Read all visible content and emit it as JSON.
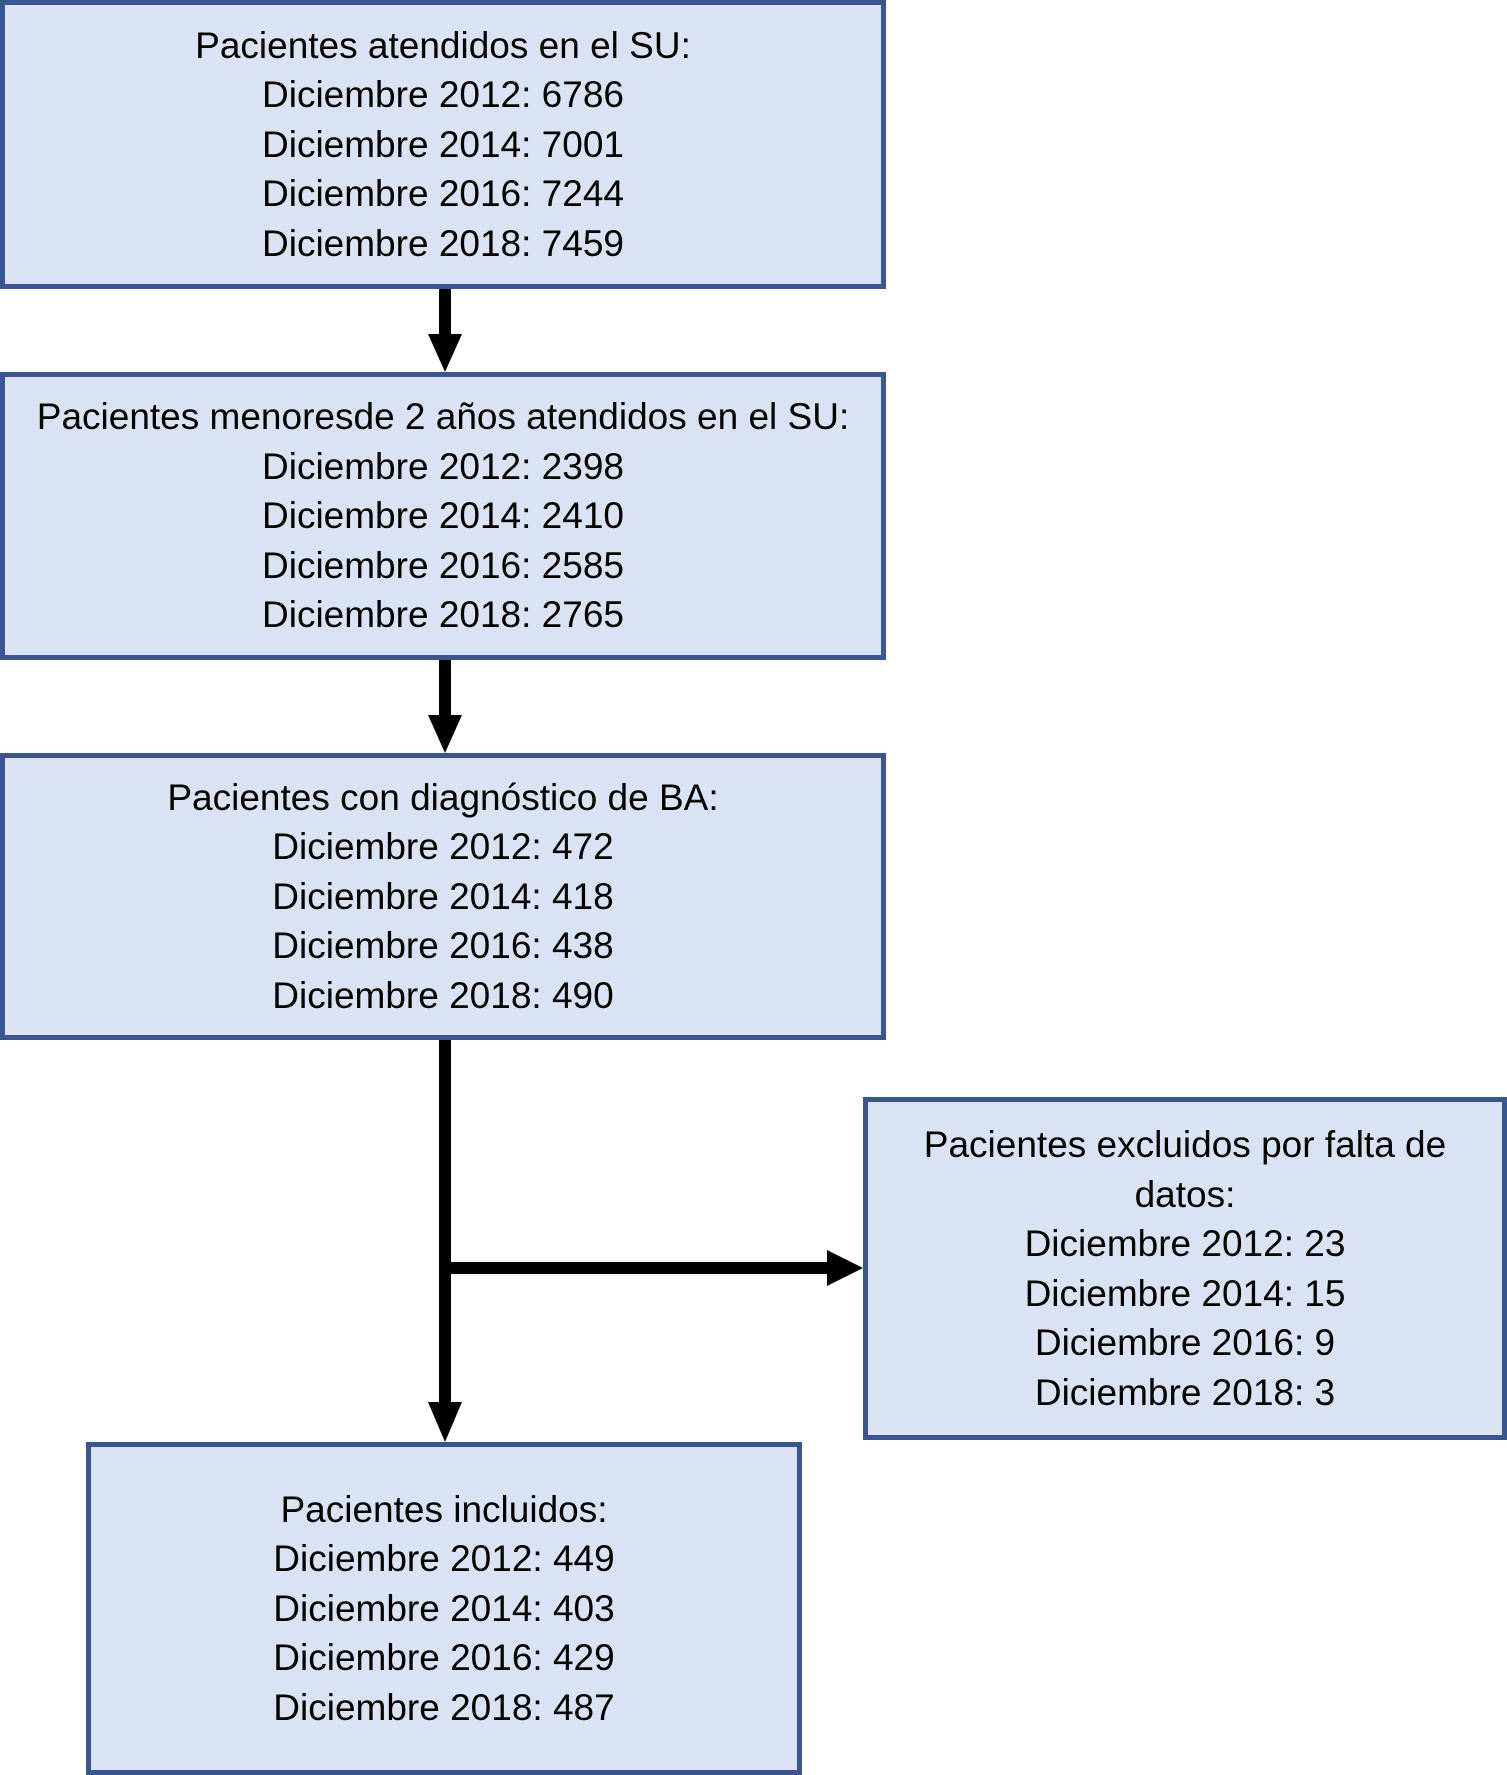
{
  "boxes": [
    {
      "title": "Pacientes atendidos en el SU:",
      "lines": [
        "Diciembre 2012: 6786",
        "Diciembre 2014: 7001",
        "Diciembre 2016: 7244",
        "Diciembre 2018: 7459"
      ]
    },
    {
      "title": "Pacientes menoresde 2 años atendidos en el SU:",
      "lines": [
        "Diciembre 2012: 2398",
        "Diciembre 2014: 2410",
        "Diciembre 2016: 2585",
        "Diciembre 2018: 2765"
      ]
    },
    {
      "title": "Pacientes con diagnóstico de BA:",
      "lines": [
        "Diciembre 2012: 472",
        "Diciembre 2014: 418",
        "Diciembre 2016: 438",
        "Diciembre 2018: 490"
      ]
    },
    {
      "title": "Pacientes excluidos por falta de datos:",
      "lines": [
        "Diciembre 2012: 23",
        "Diciembre 2014: 15",
        "Diciembre 2016: 9",
        "Diciembre 2018: 3"
      ]
    },
    {
      "title": "Pacientes incluidos:",
      "lines": [
        "Diciembre 2012: 449",
        "Diciembre 2014: 403",
        "Diciembre 2016: 429",
        "Diciembre 2018: 487"
      ]
    }
  ],
  "colors": {
    "box_fill": "#dae3f3",
    "box_border": "#3a5590",
    "arrow": "#000000"
  }
}
